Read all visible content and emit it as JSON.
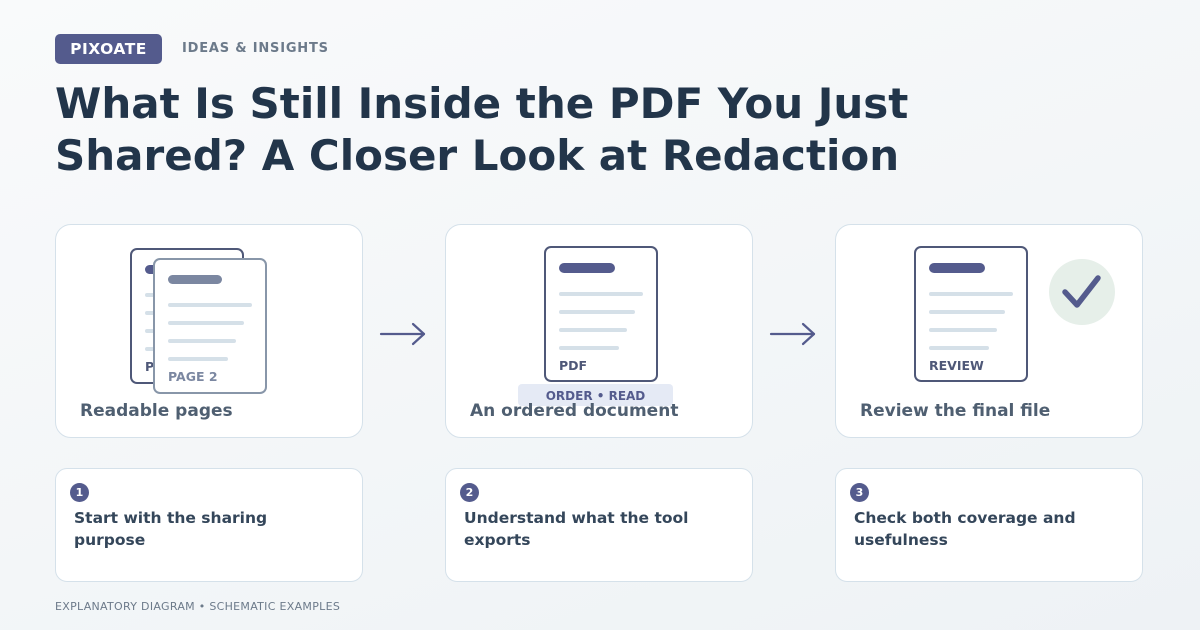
{
  "header": {
    "brand": "PIXOATE",
    "kicker": "IDEAS & INSIGHTS",
    "title": "What Is Still Inside the PDF You Just Shared? A Closer Look at Redaction"
  },
  "cards": [
    {
      "caption": "Readable pages",
      "back_page_label": "P",
      "front_page_label": "PAGE 2"
    },
    {
      "caption": "An ordered document",
      "doc_label": "PDF",
      "tag": "ORDER • READ"
    },
    {
      "caption": "Review the final file",
      "doc_label": "REVIEW"
    }
  ],
  "steps": [
    {
      "number": "1",
      "text": "Start with the sharing purpose"
    },
    {
      "number": "2",
      "text": "Understand what the tool exports"
    },
    {
      "number": "3",
      "text": "Check both coverage and usefulness"
    }
  ],
  "footer": "EXPLANATORY DIAGRAM • SCHEMATIC EXAMPLES",
  "colors": {
    "accent": "#545b8d",
    "title": "#22354a",
    "muted": "#6c7a8a",
    "card_border": "#d5e1ea",
    "check_bg": "#e6efe9"
  }
}
